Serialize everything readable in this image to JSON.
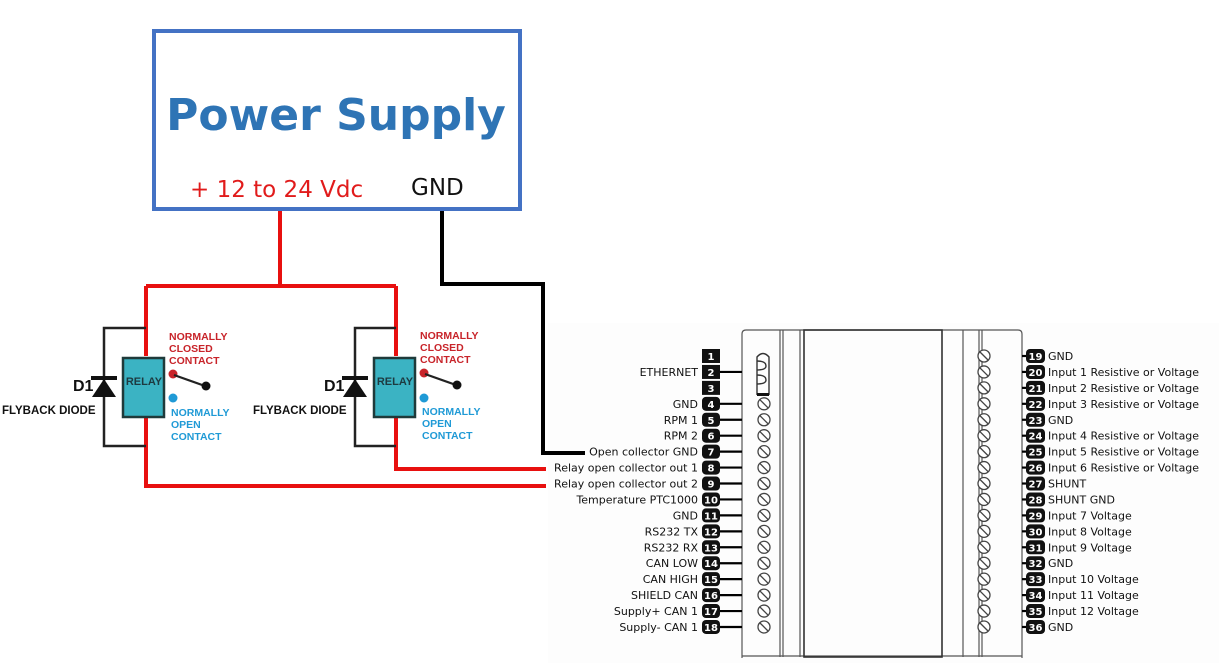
{
  "power_supply": {
    "title": "Power Supply",
    "positive_label": "+ 12 to 24 Vdc",
    "ground_label": "GND",
    "border_color": "#4472c4",
    "title_color": "#2e74b5"
  },
  "relays": [
    {
      "diode_ref": "D1",
      "diode_label": "FLYBACK DIODE",
      "relay_label": "RELAY",
      "nc_lines": [
        "NORMALLY",
        "CLOSED",
        "CONTACT"
      ],
      "no_lines": [
        "NORMALLY",
        "OPEN",
        "CONTACT"
      ]
    },
    {
      "diode_ref": "D1",
      "diode_label": "FLYBACK DIODE",
      "relay_label": "RELAY",
      "nc_lines": [
        "NORMALLY",
        "CLOSED",
        "CONTACT"
      ],
      "no_lines": [
        "NORMALLY",
        "OPEN",
        "CONTACT"
      ]
    }
  ],
  "colors": {
    "positive_wire": "#e8100f",
    "ground_wire": "#000000",
    "relay_fill": "#3bb3c3",
    "nc_color": "#c8242a",
    "no_color": "#1f9ad6"
  },
  "module": {
    "left_pins": [
      {
        "num": "1",
        "label": ""
      },
      {
        "num": "2",
        "label": "ETHERNET"
      },
      {
        "num": "3",
        "label": ""
      },
      {
        "num": "4",
        "label": "GND"
      },
      {
        "num": "5",
        "label": "RPM 1"
      },
      {
        "num": "6",
        "label": "RPM 2"
      },
      {
        "num": "7",
        "label": "Open collector GND"
      },
      {
        "num": "8",
        "label": "Relay open collector out 1"
      },
      {
        "num": "9",
        "label": "Relay open collector out 2"
      },
      {
        "num": "10",
        "label": "Temperature PTC1000"
      },
      {
        "num": "11",
        "label": "GND"
      },
      {
        "num": "12",
        "label": "RS232 TX"
      },
      {
        "num": "13",
        "label": "RS232 RX"
      },
      {
        "num": "14",
        "label": "CAN LOW"
      },
      {
        "num": "15",
        "label": "CAN HIGH"
      },
      {
        "num": "16",
        "label": "SHIELD CAN"
      },
      {
        "num": "17",
        "label": "Supply+ CAN 1"
      },
      {
        "num": "18",
        "label": "Supply- CAN 1"
      }
    ],
    "right_pins": [
      {
        "num": "19",
        "label": "GND"
      },
      {
        "num": "20",
        "label": "Input 1 Resistive or Voltage"
      },
      {
        "num": "21",
        "label": "Input 2 Resistive or Voltage"
      },
      {
        "num": "22",
        "label": "Input 3 Resistive or Voltage"
      },
      {
        "num": "23",
        "label": "GND"
      },
      {
        "num": "24",
        "label": "Input 4 Resistive or Voltage"
      },
      {
        "num": "25",
        "label": "Input 5 Resistive or Voltage"
      },
      {
        "num": "26",
        "label": "Input 6 Resistive or Voltage"
      },
      {
        "num": "27",
        "label": "SHUNT"
      },
      {
        "num": "28",
        "label": "SHUNT GND"
      },
      {
        "num": "29",
        "label": "Input 7 Voltage"
      },
      {
        "num": "30",
        "label": "Input 8 Voltage"
      },
      {
        "num": "31",
        "label": "Input 9 Voltage"
      },
      {
        "num": "32",
        "label": "GND"
      },
      {
        "num": "33",
        "label": "Input 10 Voltage"
      },
      {
        "num": "34",
        "label": "Input 11 Voltage"
      },
      {
        "num": "35",
        "label": "Input 12 Voltage"
      },
      {
        "num": "36",
        "label": "GND"
      }
    ]
  }
}
